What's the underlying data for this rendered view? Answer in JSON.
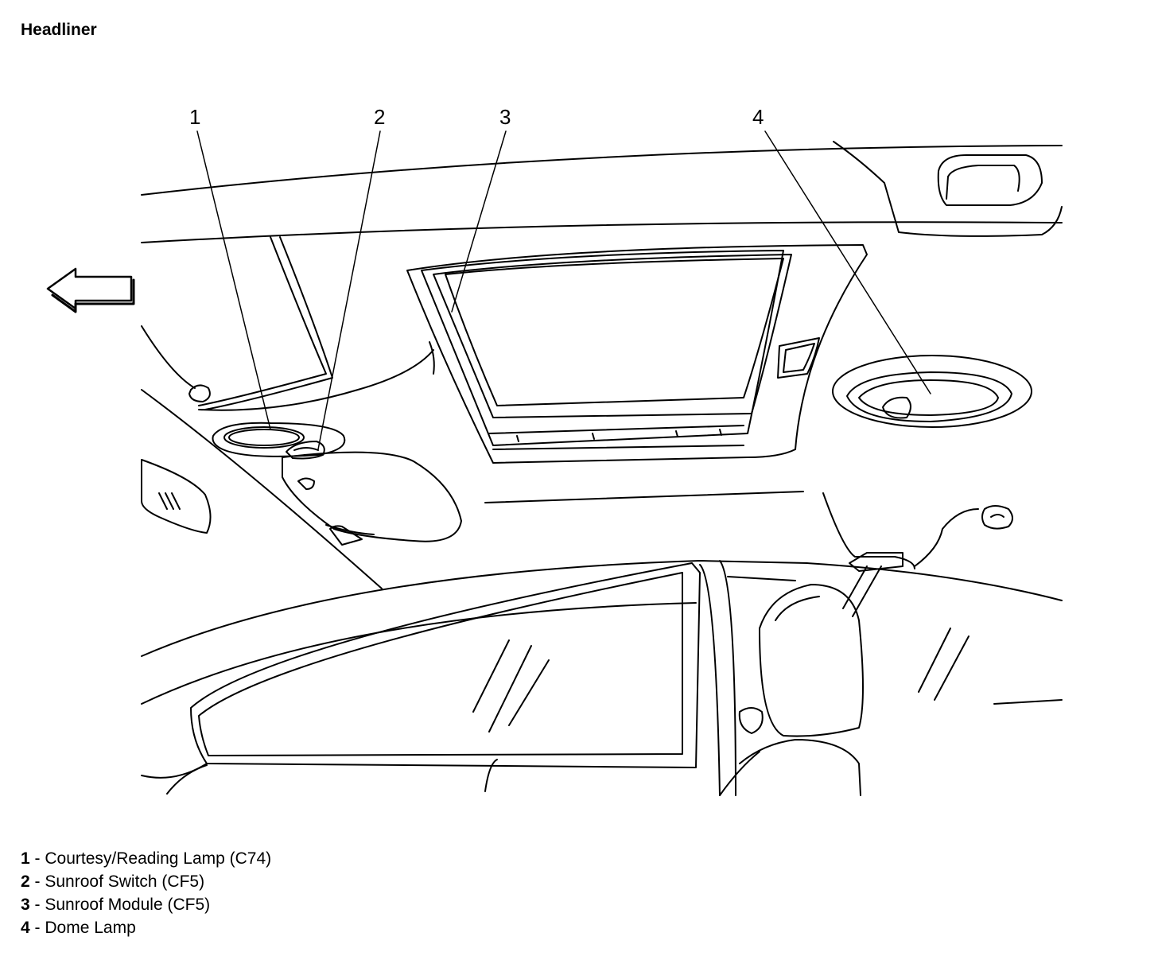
{
  "title": "Headliner",
  "callouts": [
    "1",
    "2",
    "3",
    "4"
  ],
  "legend": [
    {
      "num": "1",
      "sep": " - ",
      "label": "Courtesy/Reading Lamp (C74)"
    },
    {
      "num": "2",
      "sep": " - ",
      "label": "Sunroof Switch (CF5)"
    },
    {
      "num": "3",
      "sep": " - ",
      "label": "Sunroof Module (CF5)"
    },
    {
      "num": "4",
      "sep": " - ",
      "label": "Dome Lamp"
    }
  ],
  "icons": {
    "direction_arrow": "arrow-left-icon"
  }
}
